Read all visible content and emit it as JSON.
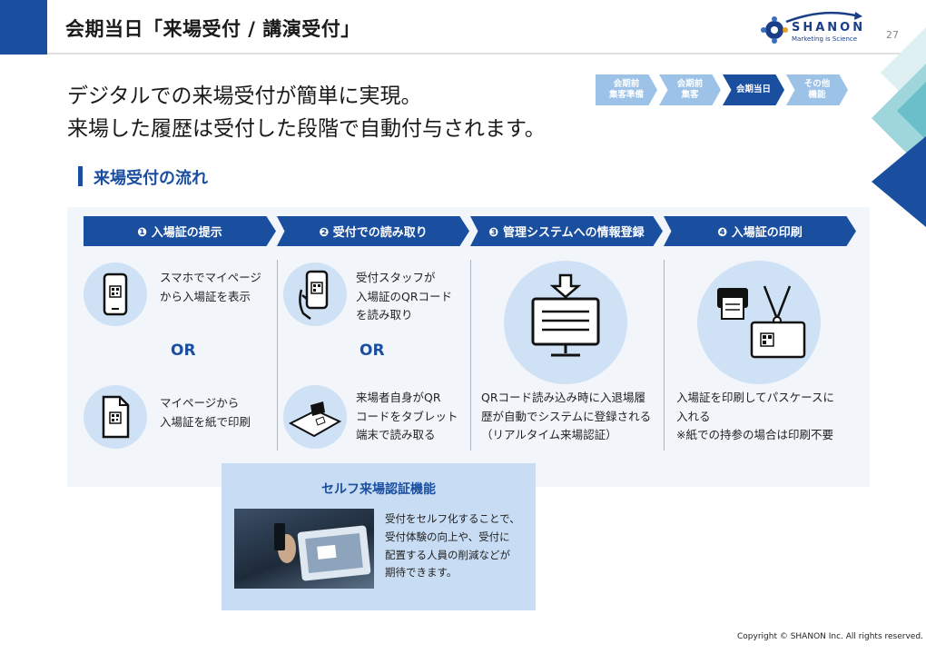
{
  "header": {
    "title": "会期当日「来場受付 / 講演受付」",
    "page_number": "27",
    "logo": {
      "name": "SHANON",
      "tagline": "Marketing is Science"
    }
  },
  "headline": {
    "line1": "デジタルでの来場受付が簡単に実現。",
    "line2": "来場した履歴は受付した段階で自動付与されます。"
  },
  "phase_steps": [
    {
      "label": "会期前\n集客準備",
      "state": "inactive"
    },
    {
      "label": "会期前\n集客",
      "state": "inactive"
    },
    {
      "label": "会期当日",
      "state": "active"
    },
    {
      "label": "その他\n機能",
      "state": "inactive"
    }
  ],
  "section_title": "来場受付の流れ",
  "flow": {
    "steps": [
      {
        "title": "❶ 入場証の提示"
      },
      {
        "title": "❷ 受付での読み取り"
      },
      {
        "title": "❸ 管理システムへの情報登録"
      },
      {
        "title": "❹ 入場証の印刷"
      }
    ],
    "col1": {
      "option_a": "スマホでマイページ\nから入場証を表示",
      "or": "OR",
      "option_b": "マイページから\n入場証を紙で印刷"
    },
    "col2": {
      "option_a": "受付スタッフが\n入場証のQRコード\nを読み取り",
      "or": "OR",
      "option_b": "来場者自身がQR\nコードをタブレット\n端末で読み取る"
    },
    "col3": {
      "text": "QRコード読み込み時に入退場履\n歴が自動でシステムに登録される\n（リアルタイム来場認証）"
    },
    "col4": {
      "text": "入場証を印刷してパスケースに\n入れる\n※紙での持参の場合は印刷不要"
    }
  },
  "self_checkin": {
    "title": "セルフ来場認証機能",
    "text": "受付をセルフ化することで、\n受付体験の向上や、受付に\n配置する人員の削減などが\n期待できます。"
  },
  "footer": {
    "copyright": "Copyright © SHANON Inc. All rights reserved."
  },
  "colors": {
    "brand_navy": "#1a4fa0",
    "light_blue": "#cfe1f5",
    "panel_bg": "#f2f6fb",
    "step_inactive": "#9cc2e8"
  },
  "icons": [
    "smartphone-qr-icon",
    "paper-qr-icon",
    "hand-phone-qr-icon",
    "tablet-scan-icon",
    "monitor-download-icon",
    "printer-badge-icon"
  ]
}
